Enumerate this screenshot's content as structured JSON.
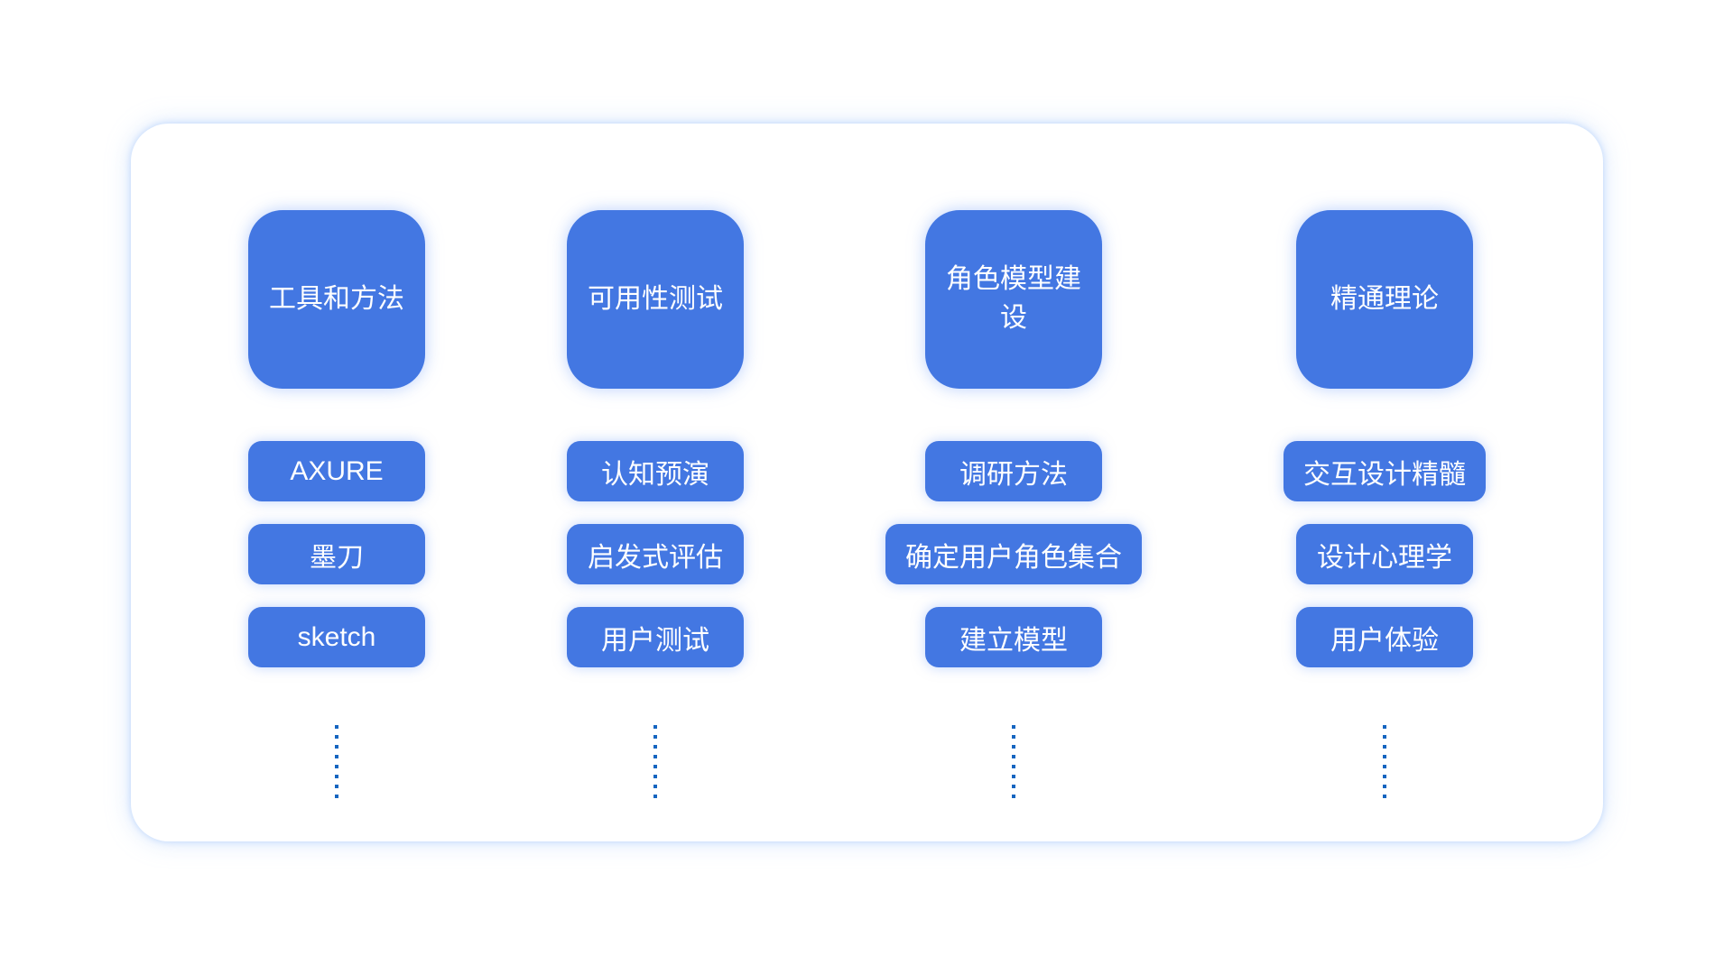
{
  "diagram": {
    "type": "mindmap-columns",
    "colors": {
      "node_fill": "#4377E2",
      "node_text": "#ffffff",
      "connector_dot": "#1565C0",
      "card_glow": "#96BEFA",
      "background": "#ffffff"
    },
    "columns": [
      {
        "title": "工具和方法",
        "items": [
          "AXURE",
          "墨刀",
          "sketch"
        ]
      },
      {
        "title": "可用性测试",
        "items": [
          "认知预演",
          "启发式评估",
          "用户测试"
        ]
      },
      {
        "title": "角色模型建设",
        "items": [
          "调研方法",
          "确定用户角色集合",
          "建立模型"
        ]
      },
      {
        "title": "精通理论",
        "items": [
          "交互设计精髓",
          "设计心理学",
          "用户体验"
        ]
      }
    ]
  }
}
